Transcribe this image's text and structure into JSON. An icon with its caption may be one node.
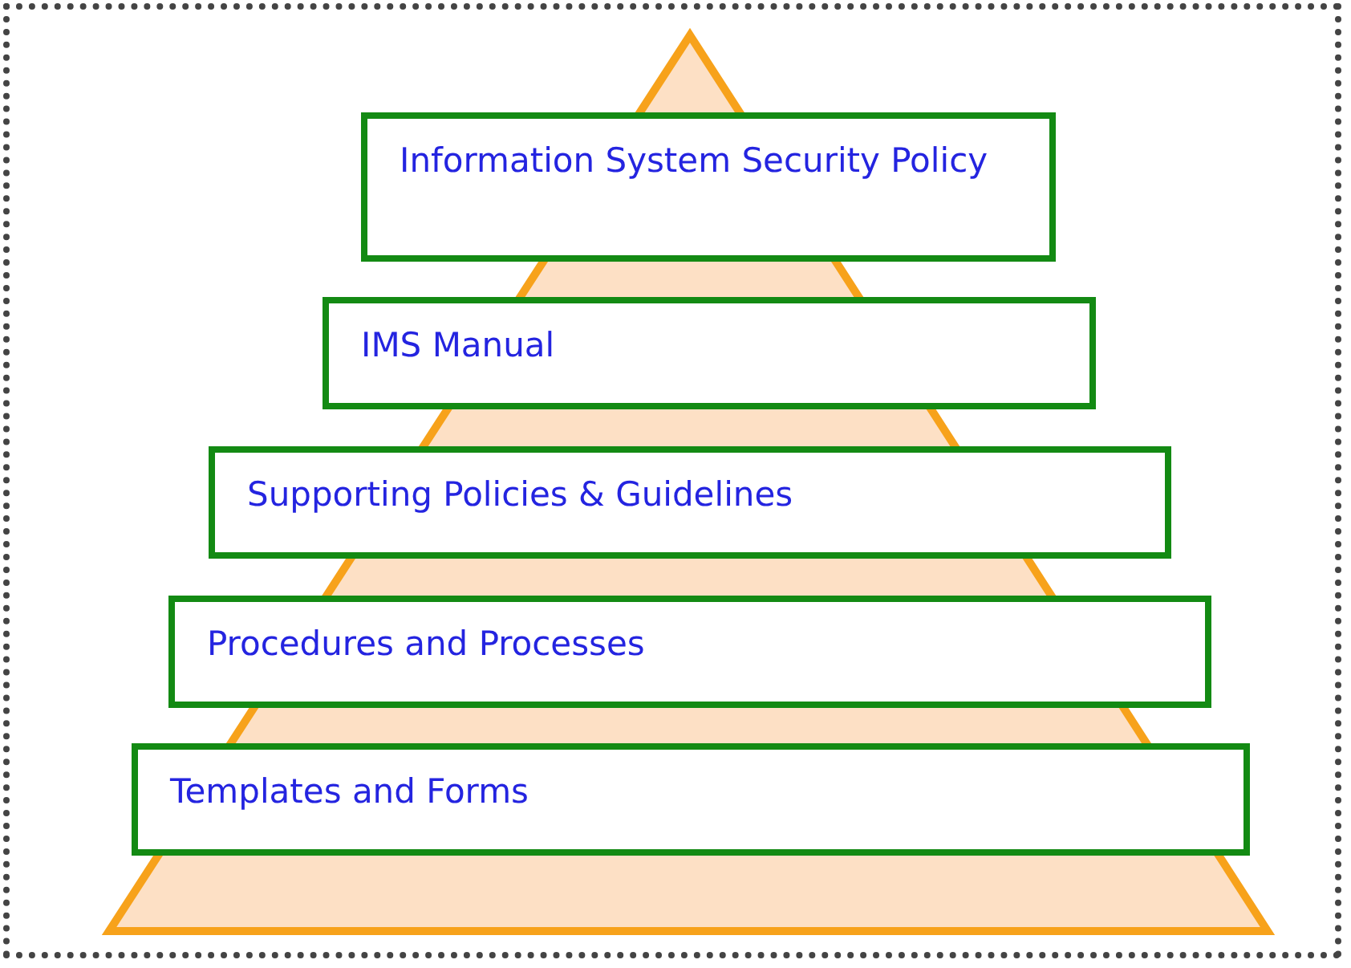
{
  "diagram": {
    "nodes": [
      {
        "text": [
          "Information System Security Policy"
        ]
      },
      {
        "text": [
          "IMS Manual"
        ]
      },
      {
        "text": [
          "Supporting Policies & Guidelines"
        ]
      },
      {
        "text": [
          "Procedures and Processes"
        ]
      },
      {
        "text": [
          "Templates and Forms"
        ]
      }
    ]
  }
}
